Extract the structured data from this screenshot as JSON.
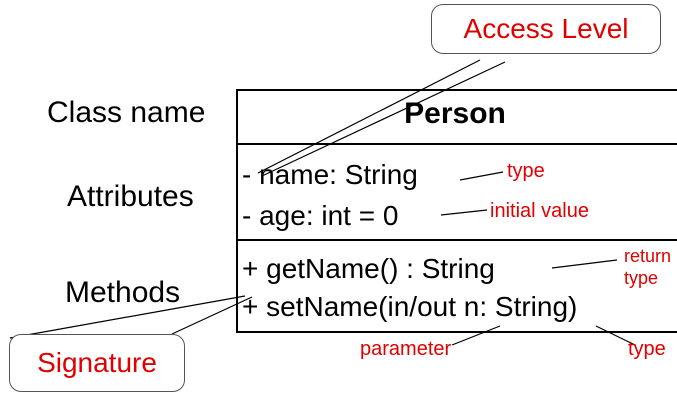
{
  "left_labels": {
    "class_name": "Class name",
    "attributes": "Attributes",
    "methods": "Methods"
  },
  "uml_class": {
    "name": "Person",
    "attributes": [
      "- name: String",
      "- age: int = 0"
    ],
    "methods": [
      "+ getName() : String",
      "+ setName(in/out n: String)"
    ]
  },
  "annotations": {
    "access_level": "Access Level",
    "signature": "Signature",
    "type_1": "type",
    "initial_value": "initial value",
    "return_line1": "return",
    "return_line2": "type",
    "parameter": "parameter",
    "type_2": "type"
  },
  "colors": {
    "annotation": "#e00000",
    "text": "#000000",
    "callout_border": "#555555"
  }
}
